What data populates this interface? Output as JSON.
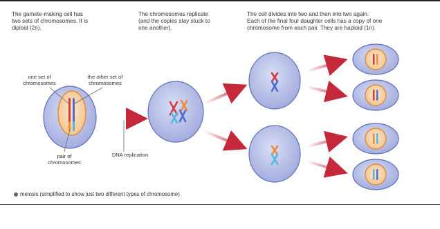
{
  "captions": {
    "col1": "The gamete-making cell has\ntwo sets of chromosomes. It is\ndiploid (2n).",
    "col2": "The chromosomes replicate\n(and the copies stay stuck to\none another).",
    "col3": "The cell divides into two and then into two again.\nEach of the final four daughter cells has a copy of one\nchromosome from each pair. They are haploid (1n)."
  },
  "labels": {
    "one_set": "one set of\nchromosomes",
    "other_set": "the other set of\nchromosomes",
    "pair": "pair of\nchromosomes",
    "dna_replication": "DNA replication"
  },
  "footer": {
    "caption": "meiosis (simplified to show just two different types of chromosome)"
  },
  "colors": {
    "cell_fill": "#b7c0e8",
    "cell_edge": "#5f6fb8",
    "nucleus_fill": "#f7d2a4",
    "nucleus_edge": "#e0893a",
    "chromosome_red": "#d83a3a",
    "chromosome_blue": "#4e6bd0",
    "chromosome_cyan": "#57b7e0",
    "chromosome_orange": "#f08a3a",
    "arrow": "#c4283a"
  }
}
